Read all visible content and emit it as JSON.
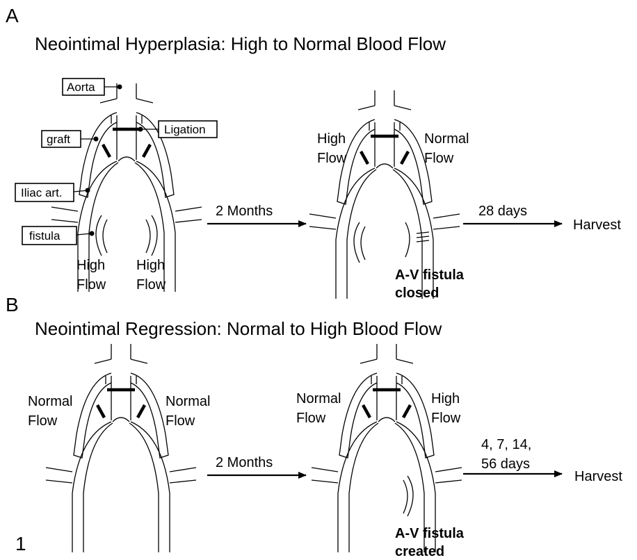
{
  "panel_a": {
    "letter": "A",
    "title": "Neointimal Hyperplasia: High to Normal Blood Flow",
    "labels": {
      "aorta": "Aorta",
      "graft": "graft",
      "ligation": "Ligation",
      "iliac": "Iliac art.",
      "fistula": "fistula"
    },
    "start_left_flow": [
      "High",
      "Flow"
    ],
    "start_right_flow": [
      "High",
      "Flow"
    ],
    "arrow1": "2 Months",
    "mid_left_flow": [
      "High",
      "Flow"
    ],
    "mid_right_flow": [
      "Normal",
      "Flow"
    ],
    "mid_caption": [
      "A-V fistula",
      "closed"
    ],
    "arrow2": [
      "28 days"
    ],
    "end": "Harvest"
  },
  "panel_b": {
    "letter": "B",
    "title": "Neointimal Regression: Normal to High Blood Flow",
    "start_left_flow": [
      "Normal",
      "Flow"
    ],
    "start_right_flow": [
      "Normal",
      "Flow"
    ],
    "arrow1": "2 Months",
    "mid_left_flow": [
      "Normal",
      "Flow"
    ],
    "mid_right_flow": [
      "High",
      "Flow"
    ],
    "mid_caption": [
      "A-V fistula",
      "created"
    ],
    "arrow2": [
      "4, 7, 14,",
      "56 days"
    ],
    "end": "Harvest"
  },
  "figure_number": "1"
}
